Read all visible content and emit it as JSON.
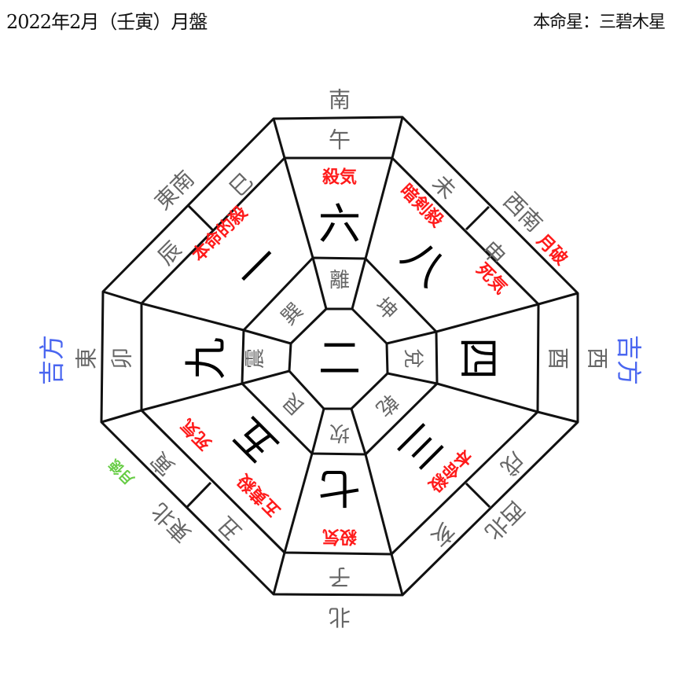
{
  "header": {
    "title": "2022年2月（壬寅）月盤",
    "honmei": "本命星：三碧木星"
  },
  "center_star": "二",
  "colors": {
    "line": "#111111",
    "label": "#666666",
    "warning": "#ff1a1a",
    "good": "#4a66f0",
    "virtue": "#66cc44"
  },
  "sectors": {
    "south": {
      "direction": "南",
      "branches": [
        "午"
      ],
      "star": "六",
      "gua": "離",
      "marks": [
        "殺気"
      ]
    },
    "southwest": {
      "direction": "西南",
      "branches": [
        "未",
        "申"
      ],
      "star": "八",
      "gua": "坤",
      "marks": [
        "暗剣殺",
        "死気",
        "月破"
      ]
    },
    "west": {
      "direction": "西",
      "branches": [
        "酉"
      ],
      "star": "四",
      "gua": "兌",
      "marks": [
        "吉方"
      ]
    },
    "northwest": {
      "direction": "西北",
      "branches": [
        "戌",
        "亥"
      ],
      "star": "三",
      "gua": "乾",
      "marks": [
        "本命殺"
      ]
    },
    "north": {
      "direction": "北",
      "branches": [
        "子"
      ],
      "star": "七",
      "gua": "坎",
      "marks": [
        "殺気"
      ]
    },
    "northeast": {
      "direction": "東北",
      "branches": [
        "寅",
        "丑"
      ],
      "star": "五",
      "gua": "艮",
      "marks": [
        "死気",
        "五黄殺",
        "月徳"
      ]
    },
    "east": {
      "direction": "東",
      "branches": [
        "卯"
      ],
      "star": "九",
      "gua": "震",
      "marks": [
        "吉方"
      ]
    },
    "southeast": {
      "direction": "東南",
      "branches": [
        "巳",
        "辰"
      ],
      "star": "一",
      "gua": "巽",
      "marks": [
        "本命的殺"
      ]
    }
  }
}
